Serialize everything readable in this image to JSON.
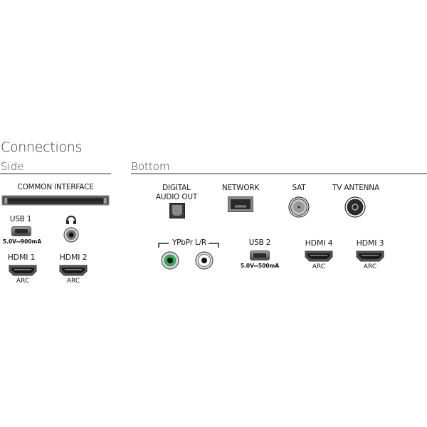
{
  "page": {
    "title": "Connections"
  },
  "sections": {
    "side": {
      "heading": "Side",
      "common_interface": {
        "label": "COMMON INTERFACE",
        "icon": "ci-slot-icon"
      },
      "usb1": {
        "label": "USB 1",
        "spec": "5.0V⎓900mA",
        "icon": "usb-port-icon"
      },
      "headphone": {
        "icon": "headphones-icon"
      },
      "hdmi1": {
        "label": "HDMI 1",
        "sub": "ARC",
        "icon": "hdmi-port-icon"
      },
      "hdmi2": {
        "label": "HDMI 2",
        "sub": "ARC",
        "icon": "hdmi-port-icon"
      }
    },
    "bottom": {
      "heading": "Bottom",
      "digital_audio": {
        "label_line1": "DIGITAL",
        "label_line2": "AUDIO OUT",
        "icon": "optical-port-icon"
      },
      "network": {
        "label": "NETWORK",
        "icon": "ethernet-port-icon"
      },
      "sat": {
        "label": "SAT",
        "icon": "coax-port-icon"
      },
      "tv_antenna": {
        "label": "TV ANTENNA",
        "icon": "antenna-port-icon"
      },
      "ypbpr": {
        "label": "YPbPr L/R",
        "icon": "rca-jack-icon"
      },
      "usb2": {
        "label": "USB 2",
        "spec": "5.0V⎓500mA",
        "icon": "usb-port-icon"
      },
      "hdmi4": {
        "label": "HDMI 4",
        "sub": "ARC",
        "icon": "hdmi-port-icon"
      },
      "hdmi3": {
        "label": "HDMI 3",
        "sub": "ARC",
        "icon": "hdmi-port-icon"
      }
    }
  },
  "colors": {
    "rule": "#9a9a9a",
    "rca_green": "#3aa85a",
    "text": "#1a1a1a"
  }
}
